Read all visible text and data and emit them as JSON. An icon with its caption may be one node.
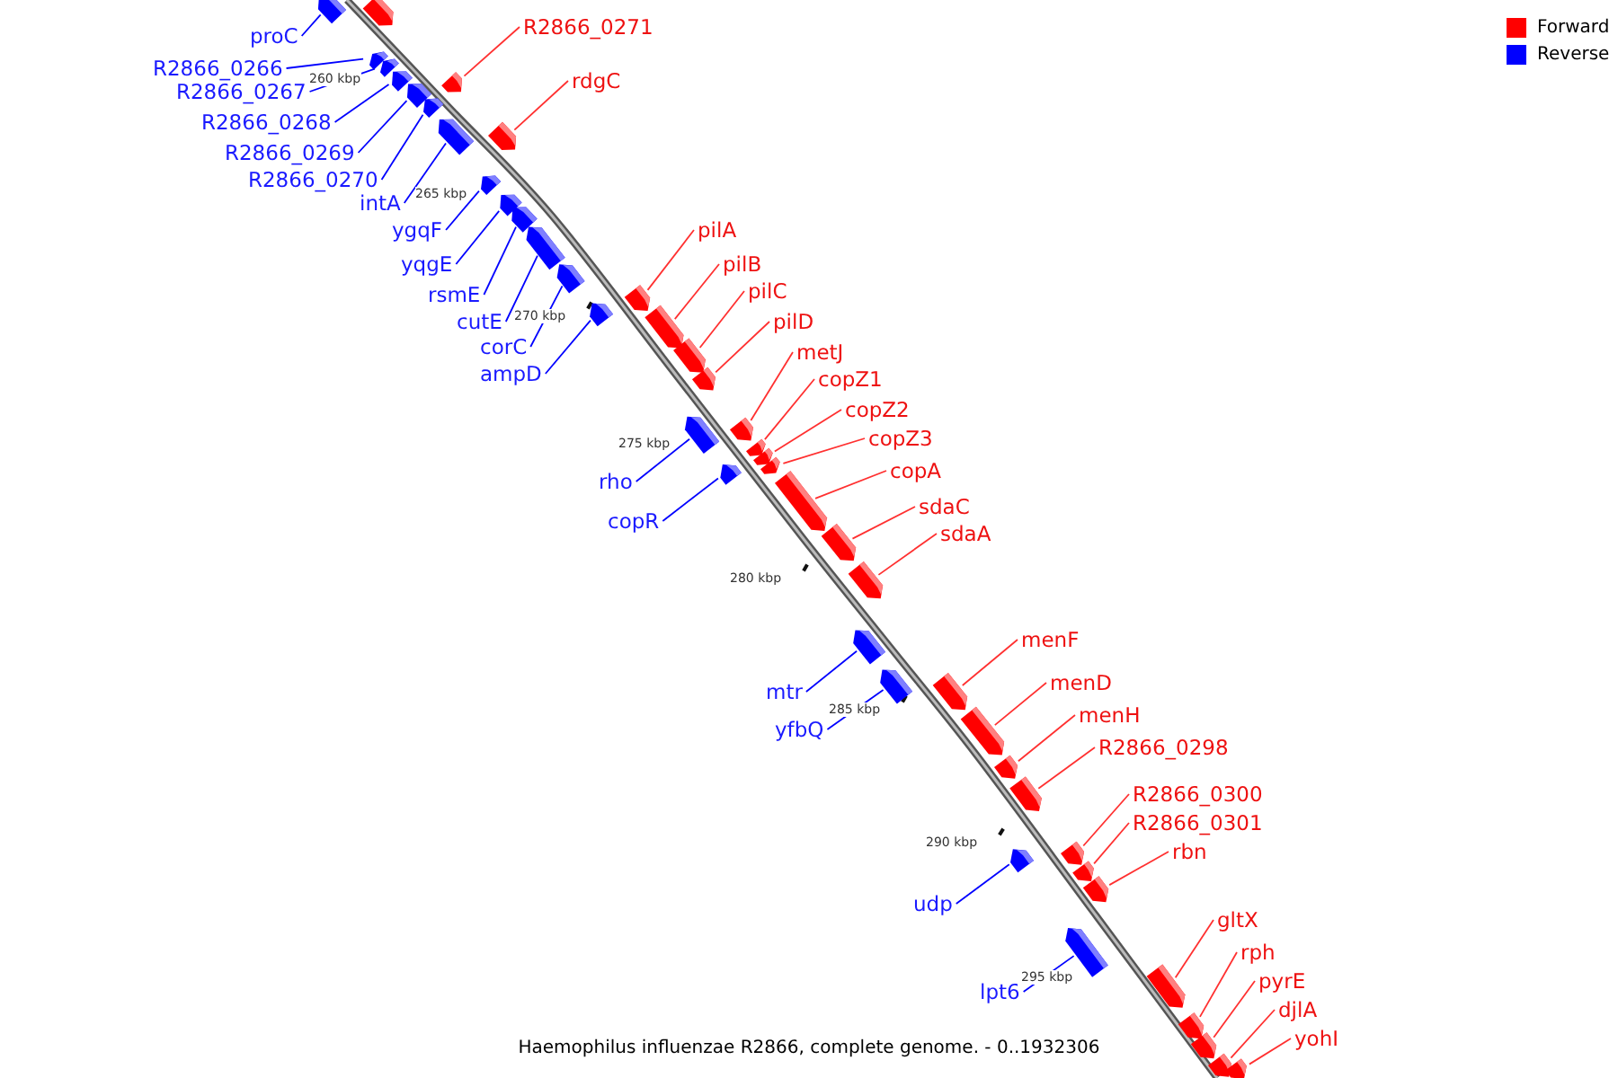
{
  "diagram": {
    "caption": "Haemophilus influenzae R2866, complete genome. - 0..1932306",
    "nodes": [
      {
        "text": [],
        "shape": "box"
      },
      {
        "text": [
          "proC"
        ]
      },
      {
        "text": [],
        "shape": "box"
      },
      {
        "text": [
          "R2866_0271"
        ]
      },
      {
        "text": [],
        "shape": "box"
      },
      {
        "text": [
          "R2866_0266"
        ]
      },
      {
        "text": [],
        "shape": "box"
      },
      {
        "text": [
          "R2866_0267"
        ]
      },
      {
        "text": [],
        "shape": "box"
      },
      {
        "text": [
          "rdgC"
        ]
      },
      {
        "text": [],
        "shape": "box"
      },
      {
        "text": [
          "R2866_0268"
        ]
      },
      {
        "text": [],
        "shape": "box"
      },
      {
        "text": [
          "R2866_0269"
        ]
      },
      {
        "text": [],
        "shape": "box"
      },
      {
        "text": [
          "R2866_0270"
        ]
      },
      {
        "text": [],
        "shape": "box"
      },
      {
        "text": [
          "intA"
        ]
      },
      {
        "text": [],
        "shape": "box"
      },
      {
        "text": [
          "ygqF"
        ]
      },
      {
        "text": [],
        "shape": "box"
      },
      {
        "text": [
          "yqgE"
        ]
      },
      {
        "text": [],
        "shape": "box"
      },
      {
        "text": [
          "pilA"
        ]
      },
      {
        "text": [],
        "shape": "box"
      },
      {
        "text": [
          "rsmE"
        ]
      },
      {
        "text": [],
        "shape": "box"
      },
      {
        "text": [
          "pilB"
        ]
      },
      {
        "text": [],
        "shape": "box"
      },
      {
        "text": [
          "cutE"
        ]
      },
      {
        "text": [],
        "shape": "box"
      },
      {
        "text": [
          "pilC"
        ]
      },
      {
        "text": [],
        "shape": "box"
      },
      {
        "text": [
          "corC"
        ]
      },
      {
        "text": [],
        "shape": "box"
      },
      {
        "text": [
          "pilD"
        ]
      },
      {
        "text": [],
        "shape": "box"
      },
      {
        "text": [
          "ampD"
        ]
      },
      {
        "text": [],
        "shape": "box"
      },
      {
        "text": [
          "metJ"
        ]
      },
      {
        "text": [],
        "shape": "box"
      },
      {
        "text": [
          "copZ1"
        ]
      },
      {
        "text": [],
        "shape": "box"
      },
      {
        "text": [
          "copZ2"
        ]
      },
      {
        "text": [],
        "shape": "box"
      },
      {
        "text": [
          "copZ3"
        ]
      },
      {
        "text": [],
        "shape": "box"
      },
      {
        "text": [
          "rho"
        ]
      },
      {
        "text": [],
        "shape": "box"
      },
      {
        "text": [
          "copA"
        ]
      },
      {
        "text": [],
        "shape": "box"
      },
      {
        "text": [
          "copR"
        ]
      },
      {
        "text": [],
        "shape": "box"
      },
      {
        "text": [
          "sdaC"
        ]
      },
      {
        "text": [],
        "shape": "box"
      },
      {
        "text": [
          "sdaA"
        ]
      },
      {
        "text": [],
        "shape": "box"
      },
      {
        "text": [
          "menF"
        ]
      },
      {
        "text": [],
        "shape": "box"
      },
      {
        "text": [
          "mtr"
        ]
      },
      {
        "text": [],
        "shape": "box"
      },
      {
        "text": [
          "menD"
        ]
      },
      {
        "text": [],
        "shape": "box"
      },
      {
        "text": [
          "menH"
        ]
      },
      {
        "text": [],
        "shape": "box"
      },
      {
        "text": [
          "yfbQ"
        ]
      },
      {
        "text": [],
        "shape": "box"
      },
      {
        "text": [
          "R2866_0298"
        ]
      },
      {
        "text": [],
        "shape": "box"
      },
      {
        "text": [
          "R2866_0300"
        ]
      },
      {
        "text": [],
        "shape": "box"
      },
      {
        "text": [
          "R2866_0301"
        ]
      },
      {
        "text": [],
        "shape": "box"
      },
      {
        "text": [
          "rbn"
        ]
      },
      {
        "text": [],
        "shape": "box"
      },
      {
        "text": [
          "udp"
        ]
      },
      {
        "text": [],
        "shape": "box"
      },
      {
        "text": [
          "gltX"
        ]
      },
      {
        "text": [],
        "shape": "box"
      },
      {
        "text": [
          "rph"
        ]
      },
      {
        "text": [],
        "shape": "box"
      },
      {
        "text": [
          "lpt6"
        ]
      },
      {
        "text": [],
        "shape": "box"
      },
      {
        "text": [
          "pyrE"
        ]
      },
      {
        "text": [],
        "shape": "box"
      },
      {
        "text": [
          "djlA"
        ]
      },
      {
        "text": [],
        "shape": "box"
      },
      {
        "text": [
          "yohI"
        ]
      },
      {
        "text": [],
        "shape": "box"
      }
    ],
    "edges": [
      {
        "from": 1,
        "to": 2,
        "arrow": "none",
        "color": "#0000ff"
      },
      {
        "from": 3,
        "to": 4,
        "arrow": "none"
      },
      {
        "from": 5,
        "to": 6,
        "arrow": "none",
        "color": "#0000ff"
      },
      {
        "from": 7,
        "to": 8,
        "arrow": "none",
        "color": "#0000ff"
      },
      {
        "from": 9,
        "to": 10,
        "arrow": "none"
      },
      {
        "from": 11,
        "to": 12,
        "arrow": "none",
        "color": "#0000ff"
      },
      {
        "from": 13,
        "to": 14,
        "arrow": "none",
        "color": "#0000ff"
      },
      {
        "from": 15,
        "to": 16,
        "arrow": "none",
        "color": "#0000ff"
      },
      {
        "from": 17,
        "to": 18,
        "arrow": "none",
        "color": "#0000ff"
      },
      {
        "from": 19,
        "to": 20,
        "arrow": "none",
        "color": "#0000ff"
      },
      {
        "from": 21,
        "to": 22,
        "arrow": "none",
        "color": "#0000ff"
      },
      {
        "from": 23,
        "to": 24,
        "arrow": "none"
      },
      {
        "from": 25,
        "to": 26,
        "arrow": "none",
        "color": "#0000ff"
      },
      {
        "from": 27,
        "to": 28,
        "arrow": "none"
      },
      {
        "from": 29,
        "to": 30,
        "arrow": "none",
        "color": "#0000ff"
      },
      {
        "from": 31,
        "to": 32,
        "arrow": "none"
      },
      {
        "from": 33,
        "to": 34,
        "arrow": "none",
        "color": "#0000ff"
      },
      {
        "from": 35,
        "to": 36,
        "arrow": "none"
      },
      {
        "from": 37,
        "to": 38,
        "arrow": "none",
        "color": "#0000ff"
      },
      {
        "from": 39,
        "to": 40,
        "arrow": "none"
      },
      {
        "from": 41,
        "to": 42,
        "arrow": "none"
      },
      {
        "from": 43,
        "to": 44,
        "arrow": "none"
      },
      {
        "from": 45,
        "to": 46,
        "arrow": "none"
      },
      {
        "from": 47,
        "to": 48,
        "arrow": "none",
        "color": "#0000ff"
      },
      {
        "from": 49,
        "to": 50,
        "arrow": "none"
      },
      {
        "from": 51,
        "to": 52,
        "arrow": "none",
        "color": "#0000ff"
      },
      {
        "from": 53,
        "to": 54,
        "arrow": "none"
      },
      {
        "from": 55,
        "to": 56,
        "arrow": "none"
      },
      {
        "from": 57,
        "to": 58,
        "arrow": "none"
      },
      {
        "from": 59,
        "to": 60,
        "arrow": "none",
        "color": "#0000ff"
      },
      {
        "from": 61,
        "to": 62,
        "arrow": "none"
      },
      {
        "from": 63,
        "to": 64,
        "arrow": "none"
      },
      {
        "from": 65,
        "to": 66,
        "arrow": "none",
        "color": "#0000ff"
      },
      {
        "from": 67,
        "to": 68,
        "arrow": "none"
      },
      {
        "from": 69,
        "to": 70,
        "arrow": "none"
      },
      {
        "from": 71,
        "to": 72,
        "arrow": "none"
      },
      {
        "from": 73,
        "to": 74,
        "arrow": "none"
      },
      {
        "from": 75,
        "to": 76,
        "arrow": "none",
        "color": "#0000ff"
      },
      {
        "from": 77,
        "to": 78,
        "arrow": "none"
      },
      {
        "from": 79,
        "to": 80,
        "arrow": "none"
      },
      {
        "from": 81,
        "to": 82,
        "arrow": "none",
        "color": "#0000ff"
      },
      {
        "from": 83,
        "to": 84,
        "arrow": "none"
      },
      {
        "from": 85,
        "to": 86,
        "arrow": "none"
      },
      {
        "from": 87,
        "to": 88,
        "arrow": "none"
      }
    ],
    "labels": [
      "260 kbp",
      "265 kbp",
      "270 kbp",
      "275 kbp",
      "280 kbp",
      "285 kbp",
      "290 kbp",
      "295 kbp"
    ],
    "legend": [
      {
        "text": "Forward",
        "color": "#ff0000"
      },
      {
        "text": "Reverse",
        "color": "#0000ff"
      }
    ]
  }
}
